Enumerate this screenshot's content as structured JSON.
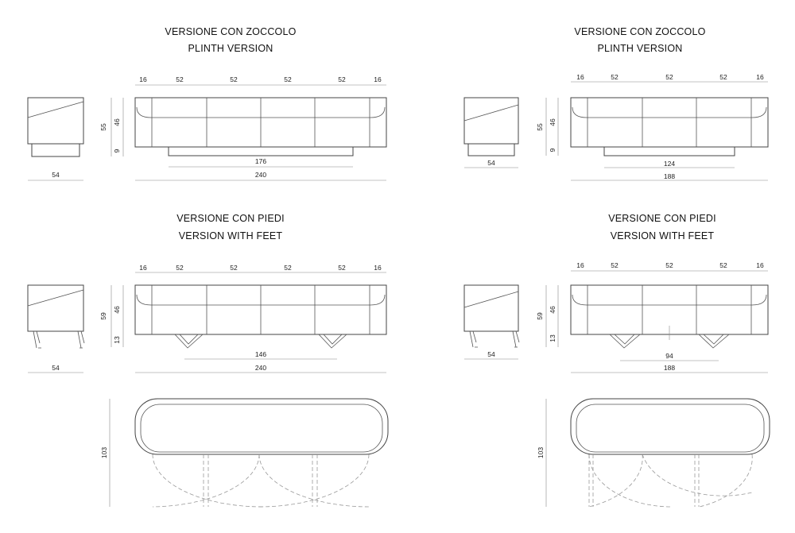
{
  "titles": {
    "plinth_it": "VERSIONE CON ZOCCOLO",
    "plinth_en": "PLINTH VERSION",
    "feet_it": "VERSIONE CON PIEDI",
    "feet_en": "VERSION WITH FEET"
  },
  "big": {
    "segments": [
      "16",
      "52",
      "52",
      "52",
      "52",
      "16"
    ],
    "total_width": "240",
    "plinth_width": "176",
    "feet_span": "146"
  },
  "small": {
    "segments": [
      "16",
      "52",
      "52",
      "52",
      "16"
    ],
    "total_width": "188",
    "plinth_width": "124",
    "feet_span": "94"
  },
  "common": {
    "depth": "54",
    "plinth_total_height": "55",
    "body_height": "46",
    "plinth_height": "9",
    "feet_total_height": "59",
    "feet_height": "13",
    "plan_depth": "103"
  }
}
